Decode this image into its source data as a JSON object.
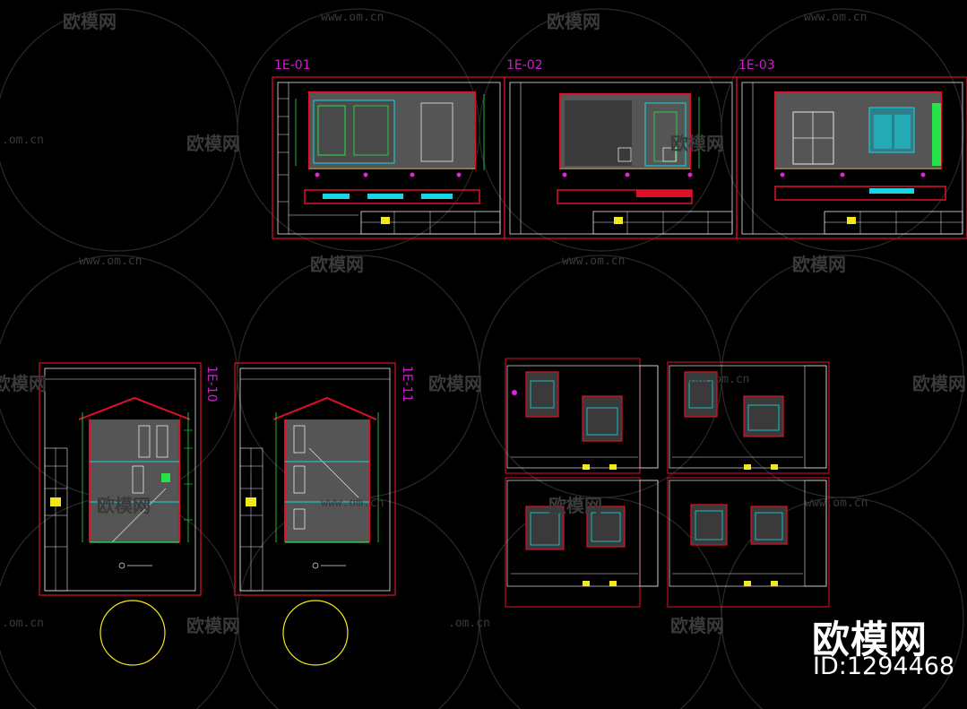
{
  "watermark": {
    "brand": "欧模网",
    "url": "www.om.cn",
    "url_short": ".om.cn"
  },
  "sheets": {
    "s1": "1E-01",
    "s2": "1E-02",
    "s3": "1E-03",
    "s4": "1E-10",
    "s5": "1E-11"
  },
  "brand": {
    "name": "欧模网",
    "id": "ID:1294468"
  },
  "colors": {
    "background": "#000000",
    "frame": "#e0102a",
    "label": "#d21bd2",
    "wall_fill": "#555555",
    "line_white": "#e6e6e6",
    "line_green": "#27e34a",
    "line_cyan": "#19d6e0",
    "line_yellow": "#f2e81a",
    "line_magenta": "#e020e0",
    "watermark": "#3a3a3a"
  }
}
